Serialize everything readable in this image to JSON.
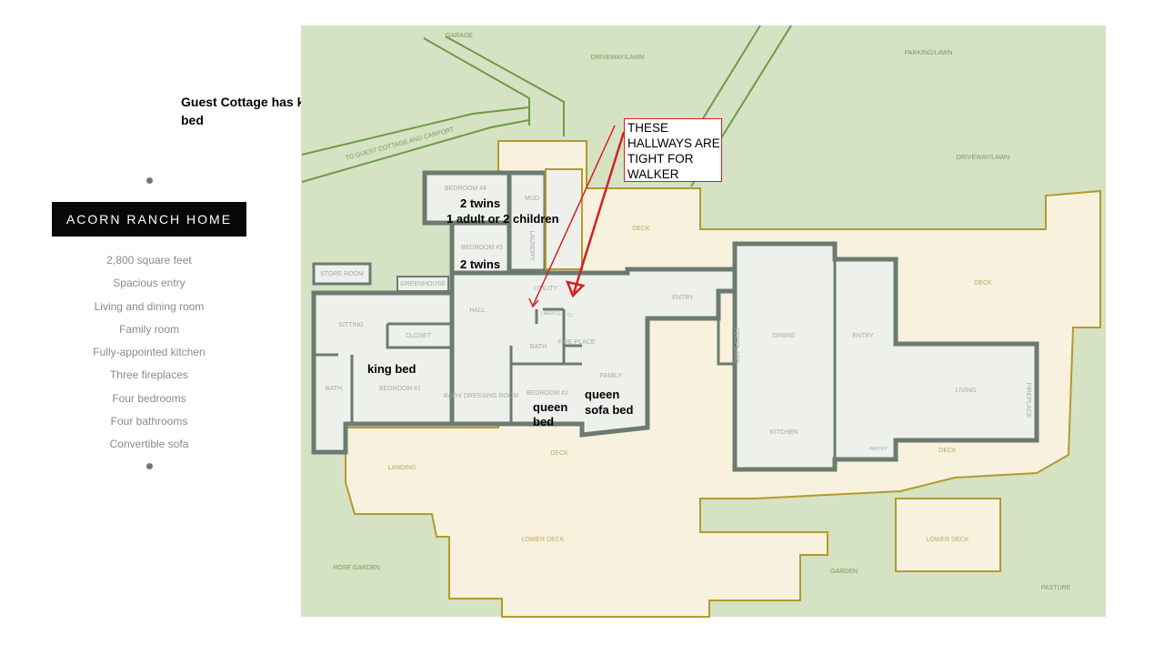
{
  "note": "Guest  Cottage has king bed",
  "sidebar": {
    "title": "ACORN RANCH HOME",
    "features": [
      "2,800 square feet",
      "Spacious entry",
      "Living and dining room",
      "Family room",
      "Fully-appointed kitchen",
      "Three fireplaces",
      "Four bedrooms",
      "Four bathrooms",
      "Convertible sofa"
    ]
  },
  "callout": "THESE HALLWAYS ARE TIGHT FOR WALKER",
  "colors": {
    "lawn": "#d5e2c3",
    "deck": "#f8f1de",
    "deck_edge": "#b39a2e",
    "room": "#eef0ec",
    "wall": "#6b7b70",
    "accent": "#d42020"
  },
  "plan": {
    "outside": {
      "garage": "GARAGE",
      "driveway1": "DRIVEWAY/LAWN",
      "parking": "PARKING/LAWN",
      "driveway2": "DRIVEWAY/LAWN",
      "cottage": "TO GUEST COTTAGE AND CARPORT",
      "rose_garden": "ROSE GARDEN",
      "garden": "GARDEN",
      "pasture": "PASTURE"
    },
    "decks": {
      "deck_top": "DECK",
      "deck_right": "DECK",
      "deck_mid": "DECK",
      "deck_kitchen": "DECK",
      "landing": "LANDING",
      "lower_deck": "LOWER DECK",
      "lower_deck_right": "LOWER DECK"
    },
    "rooms": {
      "bedroom4": "BEDROOM #4",
      "mud": "MUD",
      "laundry": "LAUNDRY",
      "bedroom3": "BEDROOM #3",
      "store_room": "STORE ROOM",
      "greenhouse": "GREENHOUSE",
      "utility": "UTILITY",
      "hall": "HALL",
      "sitting": "SITTING",
      "closet": "CLOSET",
      "linen": "LINEN CL",
      "cl": "CL",
      "bath_mid": "BATH",
      "fireplace_family": "FIRE-PLACE",
      "bath_left": "BATH",
      "bedroom1": "BEDROOM #1",
      "bath_dressing": "BATH/ DRESSING ROOM",
      "bedroom2": "BEDROOM #2",
      "family": "FAMILY",
      "entry_left": "ENTRY",
      "fireplace_mid": "FIREPLACE",
      "dining": "DINING",
      "kitchen": "KITCHEN",
      "entry_right": "ENTRY",
      "pantry": "PANTRY",
      "living": "LIVING",
      "fireplace_living": "FIREPLACE"
    },
    "annotations": {
      "bed4": "2 twins",
      "bed4b": "1 adult or 2 children",
      "bed3": "2 twins",
      "bed1": "king bed",
      "bed2a": "queen",
      "bed2b": "bed",
      "fam_a": "queen",
      "fam_b": "sofa bed"
    }
  }
}
